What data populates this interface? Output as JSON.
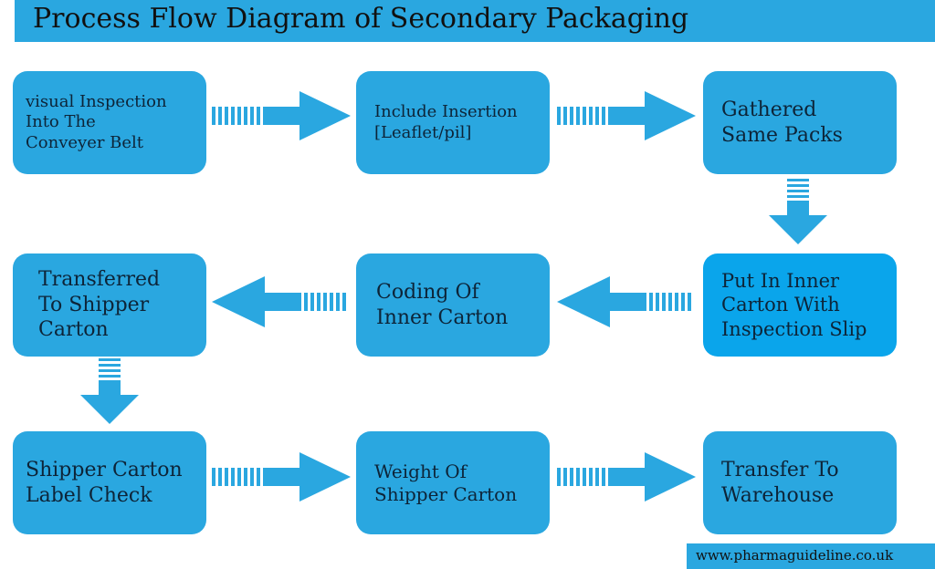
{
  "title": "Process Flow Diagram of Secondary Packaging",
  "steps": [
    {
      "label": "visual Inspection\n Into The\nConveyer Belt"
    },
    {
      "label": "Include Insertion\n[Leaflet/pil]"
    },
    {
      "label": "Gathered\nSame Packs"
    },
    {
      "label": "Put In Inner\nCarton With\nInspection Slip"
    },
    {
      "label": "Coding Of\nInner Carton"
    },
    {
      "label": "Transferred\nTo Shipper\nCarton"
    },
    {
      "label": "Shipper Carton\n Label Check"
    },
    {
      "label": "Weight Of\nShipper Carton"
    },
    {
      "label": "Transfer To\nWarehouse"
    }
  ],
  "footer": {
    "website": "www.pharmaguideline.co.uk"
  },
  "colors": {
    "box": "#2aa7e0",
    "box_highlight": "#0aa5eb",
    "arrow": "#2aa7e0",
    "background": "#ffffff"
  }
}
